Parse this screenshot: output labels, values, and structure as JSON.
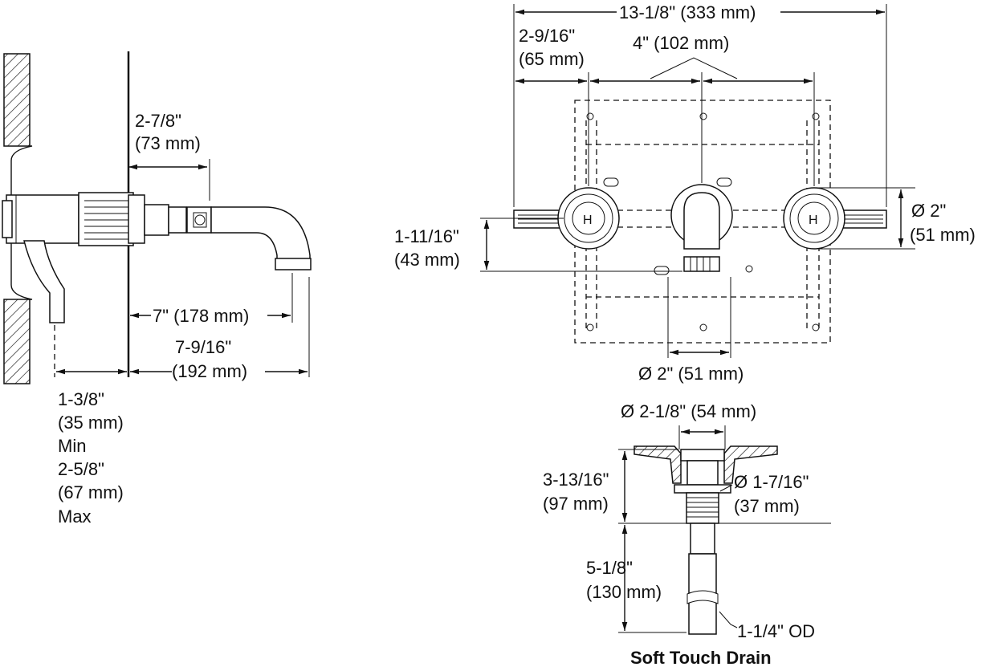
{
  "side_view": {
    "dim_spout_depth": [
      "2-7/8\"",
      "(73 mm)"
    ],
    "dim_projection": "7\" (178 mm)",
    "dim_total_projection": [
      "7-9/16\"",
      "(192 mm)"
    ],
    "dim_wall_thickness": [
      "1-3/8\"",
      "(35 mm)",
      "Min",
      "2-5/8\"",
      "(67 mm)",
      "Max"
    ]
  },
  "front_view": {
    "dim_overall_width": "13-1/8\" (333 mm)",
    "dim_handle_offset": [
      "2-9/16\"",
      "(65 mm)"
    ],
    "dim_center_spacing": "4\" (102 mm)",
    "dim_handle_dia": [
      "Ø 2\"",
      "(51 mm)"
    ],
    "dim_height": [
      "1-11/16\"",
      "(43 mm)"
    ],
    "dim_spout_dia": "Ø 2\" (51 mm)"
  },
  "drain_view": {
    "dim_flange_dia": "Ø 2-1/8\" (54 mm)",
    "dim_body_height": [
      "3-13/16\"",
      "(97 mm)"
    ],
    "dim_thread_dia": [
      "Ø 1-7/16\"",
      "(37 mm)"
    ],
    "dim_tail_length": [
      "5-1/8\"",
      "(130 mm)"
    ],
    "dim_od": "1-1/4\" OD",
    "title": "Soft Touch Drain"
  }
}
